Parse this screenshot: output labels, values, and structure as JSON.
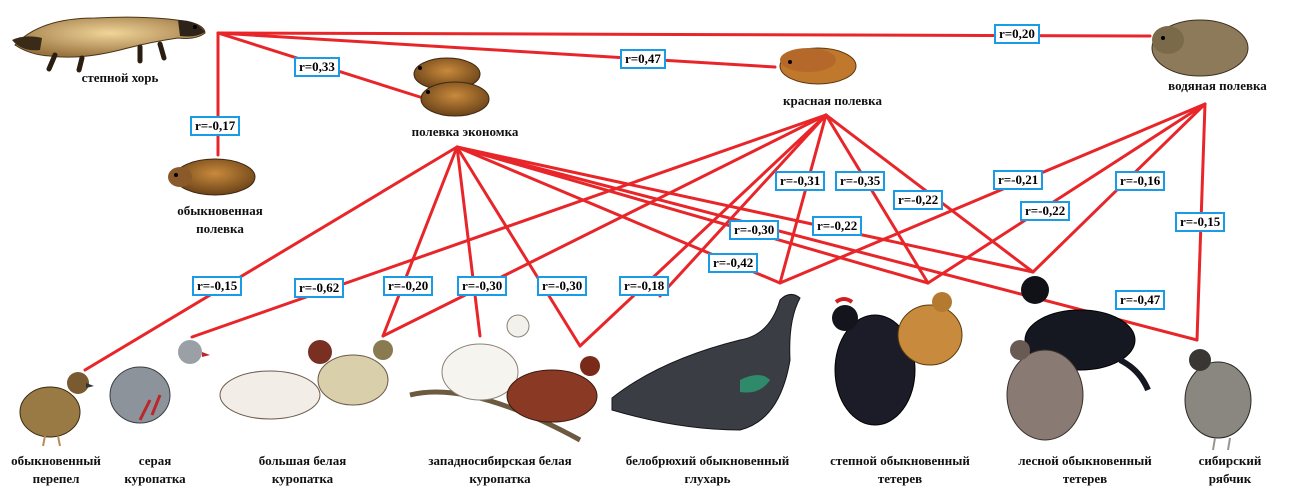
{
  "animals": {
    "ferret": "степной хорь",
    "vole_economus": "полевка экономка",
    "red_vole": "красная полевка",
    "water_vole": "водяная полевка",
    "common_vole": [
      "обыкновенная",
      "полевка"
    ]
  },
  "birds": {
    "quail": [
      "обыкновенный",
      "перепел"
    ],
    "gray_partridge": [
      "серая",
      "куропатка"
    ],
    "willow_ptarmigan": [
      "большая белая",
      "куропатка"
    ],
    "west_siberian_ptarmigan": [
      "западносибирская белая",
      "куропатка"
    ],
    "capercaillie": [
      "белобрюхий обыкновенный",
      "глухарь"
    ],
    "steppe_grouse": [
      "степной обыкновенный",
      "тетерев"
    ],
    "forest_grouse": [
      "лесной обыкновенный",
      "тетерев"
    ],
    "hazel_grouse": [
      "сибирский",
      "рябчик"
    ]
  },
  "correlations": {
    "ferret_water_vole": "r=0,20",
    "ferret_red_vole": "r=0,47",
    "ferret_economus": "r=0,33",
    "ferret_common_vole": "r=-0,17",
    "economus_quail": "r=-0,15",
    "economus_willow": "r=-0,20",
    "economus_westsib": "r=-0,30",
    "economus_westsib_2": "r=-0,30",
    "economus_capercaillie": "r=-0,30",
    "economus_steppe": "r=-0,42",
    "economus_forest": "r=-0,22",
    "economus_hazel": "r=-0,47",
    "red_gray_partridge": "r=-0,62",
    "red_westsib": "r=-0,18",
    "red_capercaillie": "r=-0,31",
    "red_steppe": "r=-0,35",
    "red_forest": "r=-0,22",
    "water_capercaillie": "r=-0,21",
    "water_steppe": "r=-0,22",
    "water_forest": "r=-0,16",
    "water_hazel": "r=-0,15"
  },
  "colors": {
    "line": "#e8262a",
    "box_border": "#1a9be6"
  }
}
